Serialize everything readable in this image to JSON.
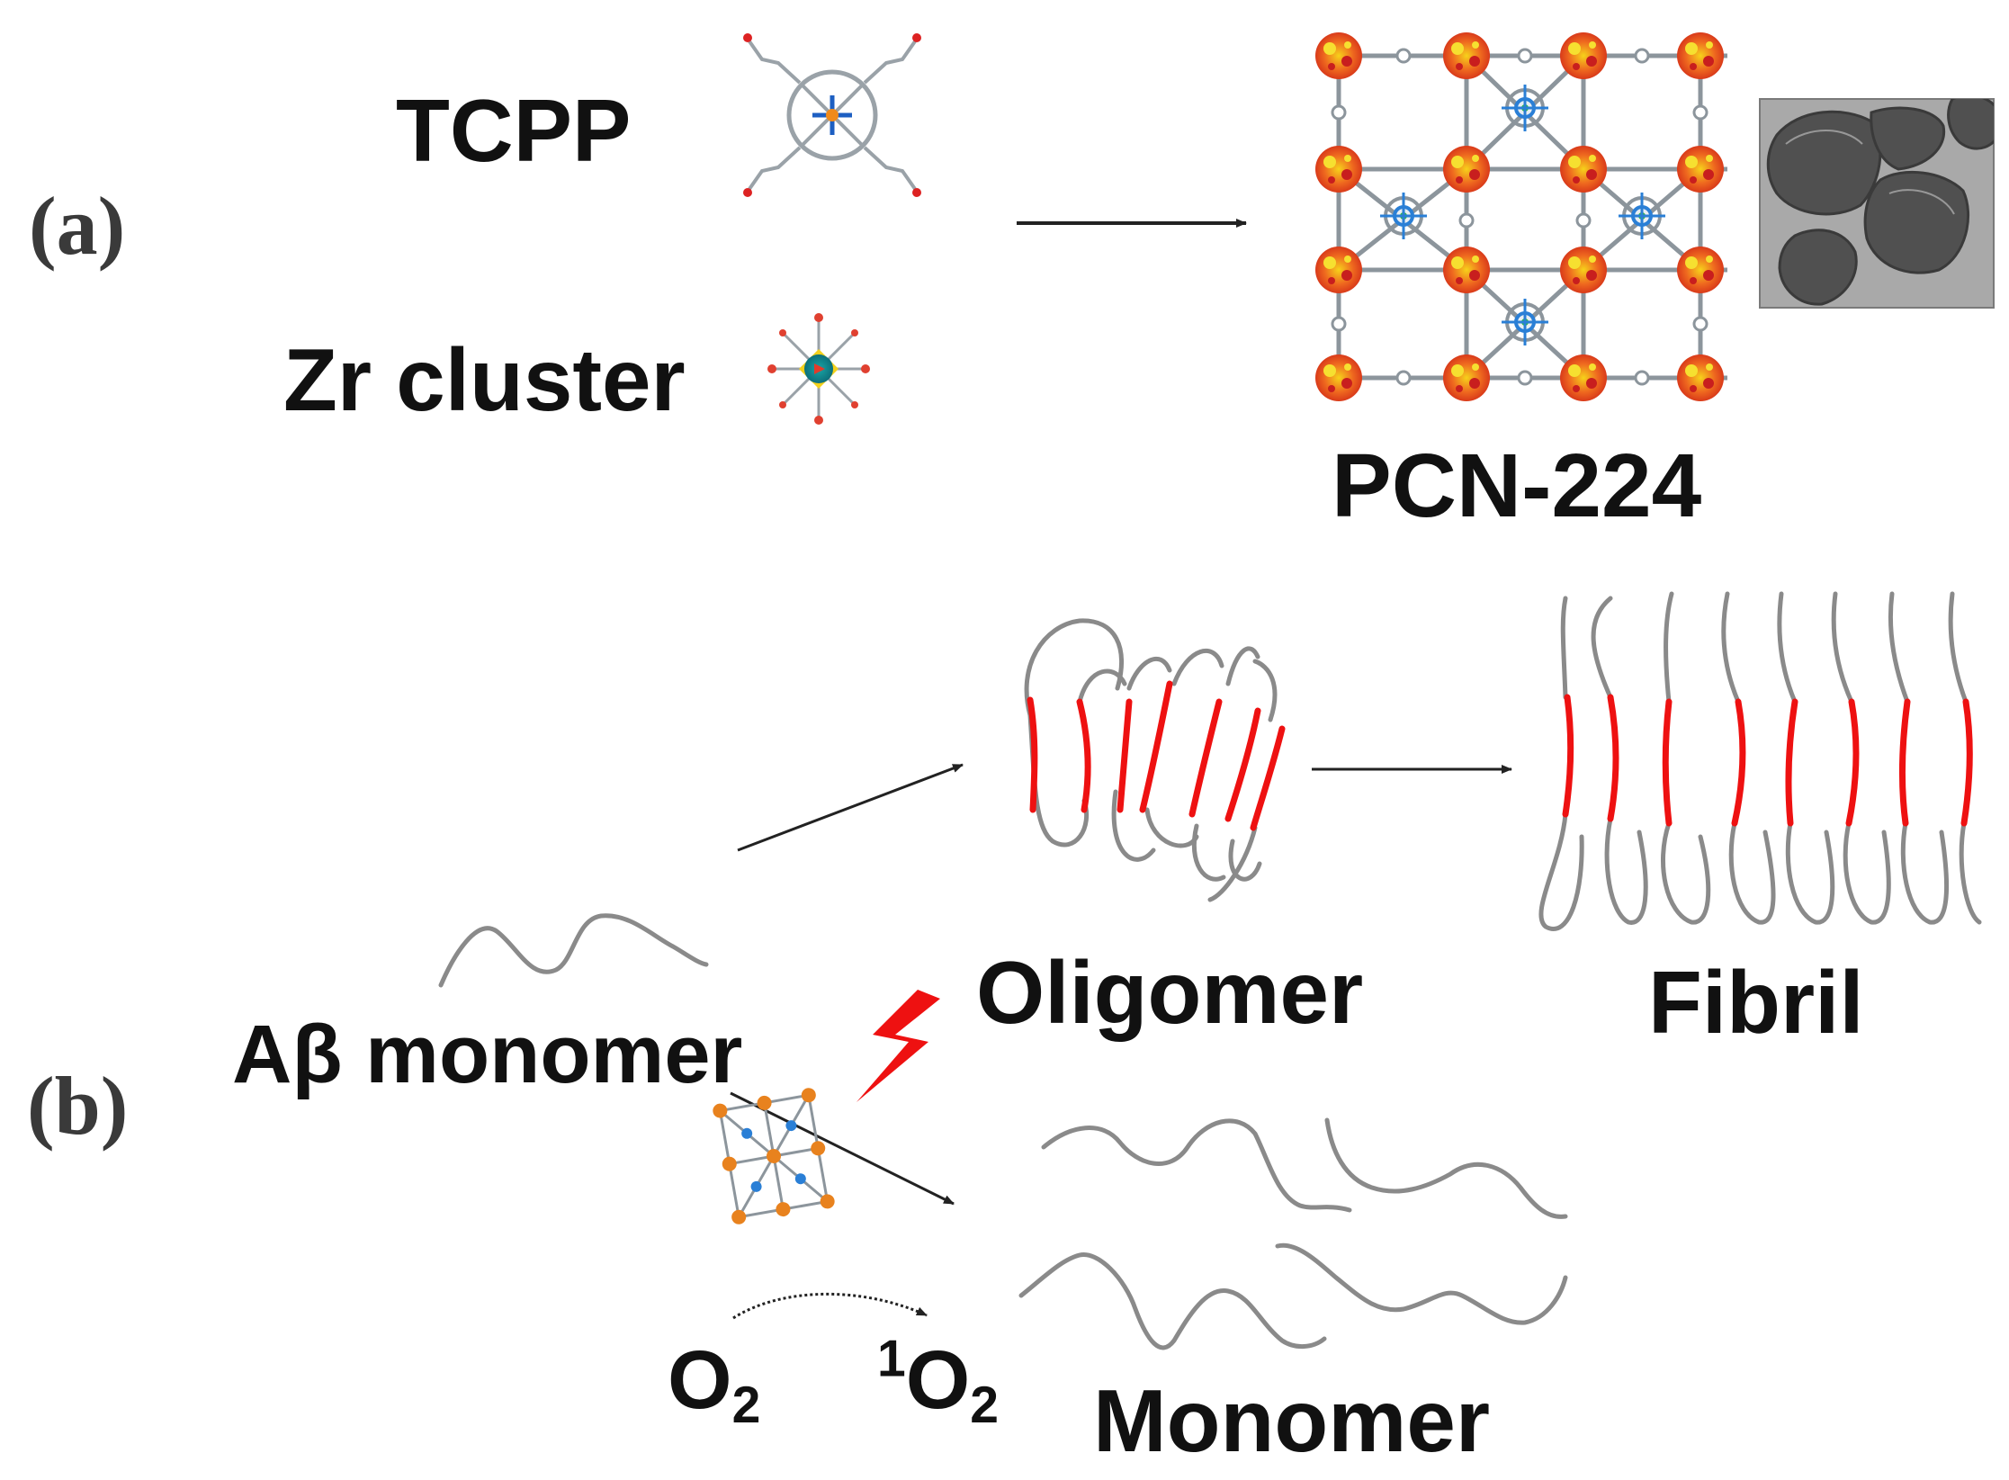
{
  "panel_a": {
    "label": "(a)",
    "tcpp_label": "TCPP",
    "zr_label": "Zr cluster",
    "product_label": "PCN-224"
  },
  "panel_b": {
    "label": "(b)",
    "monomer_label": "Aβ monomer",
    "oligomer_label": "Oligomer",
    "fibril_label": "Fibril",
    "monomer_result_label": "Monomer",
    "o2": {
      "main": "O",
      "sub": "2"
    },
    "singlet_o2": {
      "sup": "1",
      "main": "O",
      "sub": "2"
    }
  },
  "colors": {
    "text": "#111111",
    "panel_label": "#3a3a3a",
    "chain": "#8a8a8a",
    "beta_strand": "#ee1111",
    "zr_node": "#e8821e",
    "linker": "#9aa2a8",
    "porphyrin_center": "#2a7fd6",
    "arrow": "#222222",
    "tem_background": "#a9a9a9",
    "tem_particle": "#4f4f4f",
    "lightning": "#ee1111"
  },
  "icons": [
    "tcpp-molecule-icon",
    "zr-cluster-icon",
    "pcn224-framework-icon",
    "tem-image-icon",
    "light-bolt-icon",
    "mof-small-icon"
  ]
}
